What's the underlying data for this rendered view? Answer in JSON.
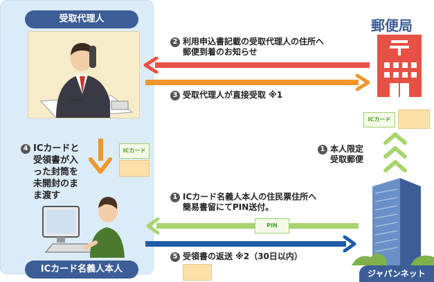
{
  "agent_label": "受取代理人",
  "holder_label": "ICカード名義人本人",
  "post_office_label": "郵便局",
  "japannet_label": "ジャパンネット",
  "steps": {
    "s1_mail": {
      "num": "1",
      "lines": [
        "ICカード名義人本人の住民票住所へ",
        "簡易書留にてPIN送付。"
      ]
    },
    "s1_local": {
      "num": "1",
      "lines": [
        "本人限定",
        "受取郵便"
      ]
    },
    "s2": {
      "num": "2",
      "lines": [
        "利用申込書記載の受取代理人の住所へ",
        "郵便到着のお知らせ"
      ]
    },
    "s3": {
      "num": "3",
      "text": "受取代理人が直接受取 ※1"
    },
    "s4": {
      "num": "4",
      "lines": [
        "ICカードと",
        "受領書が入",
        "った封筒を",
        "未開封のま",
        "ま渡す"
      ]
    },
    "s5": {
      "num": "5",
      "text": "受領書の返送 ※2（30日以内）"
    }
  },
  "card_labels": {
    "card_a": "ICカード",
    "card_b": "ICカード",
    "pin": "PIN"
  },
  "colors": {
    "panel": "#dcebf8",
    "navy": "#3c5d96",
    "red": "#e75145",
    "orange": "#f0962d",
    "green": "#a8d46f",
    "blue": "#1e5aa6"
  },
  "icons": [
    "post-office-icon",
    "building-icon",
    "phone-man-illustration",
    "computer-user-illustration"
  ]
}
